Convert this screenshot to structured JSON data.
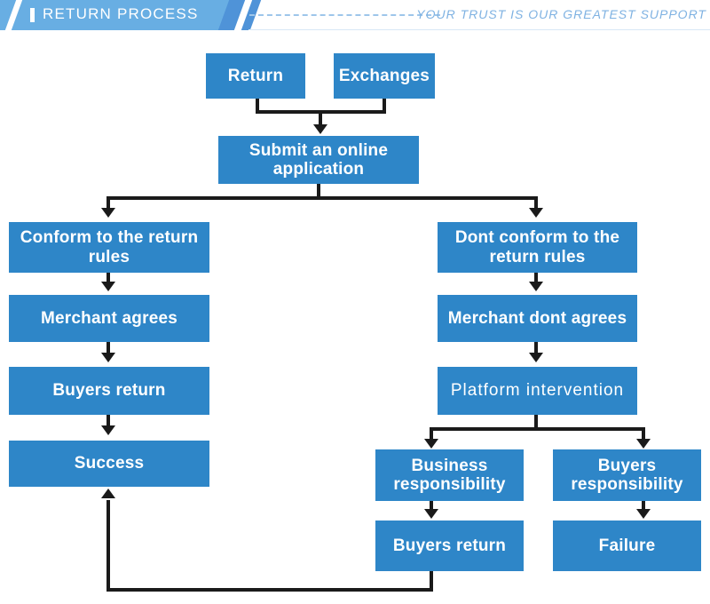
{
  "header": {
    "title": "RETURN PROCESS",
    "tagline": "YOUR TRUST IS OUR GREATEST SUPPORT",
    "bar_color": "#68aee3",
    "accent_color": "#4f93d8",
    "tagline_color": "#7fb2e2"
  },
  "flow": {
    "node_color": "#2e86c8",
    "connector_color": "#1a1a1a",
    "nodes": [
      {
        "id": "return",
        "label": "Return"
      },
      {
        "id": "exchanges",
        "label": "Exchanges"
      },
      {
        "id": "submit",
        "label": "Submit an online application"
      },
      {
        "id": "conform",
        "label": "Conform to the return rules"
      },
      {
        "id": "merchant-agrees",
        "label": "Merchant agrees"
      },
      {
        "id": "buyers-return-left",
        "label": "Buyers return"
      },
      {
        "id": "success",
        "label": "Success"
      },
      {
        "id": "dont-conform",
        "label": "Dont conform to the return rules"
      },
      {
        "id": "merchant-dont-agrees",
        "label": "Merchant dont agrees"
      },
      {
        "id": "platform",
        "label": "Platform intervention"
      },
      {
        "id": "business-resp",
        "label": "Business responsibility"
      },
      {
        "id": "buyers-resp",
        "label": "Buyers responsibility"
      },
      {
        "id": "buyers-return-right",
        "label": "Buyers return"
      },
      {
        "id": "failure",
        "label": "Failure"
      }
    ]
  }
}
